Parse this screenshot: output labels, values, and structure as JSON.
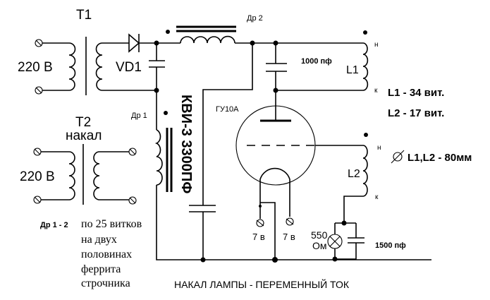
{
  "diagram": {
    "title": "Схема с лампой ГУ10А",
    "transformers": {
      "t1": {
        "name": "T1",
        "primary_voltage": "220 В"
      },
      "t2": {
        "name": "T2",
        "subtitle": "накал",
        "primary_voltage": "220 В"
      }
    },
    "diode": {
      "name": "VD1"
    },
    "chokes": {
      "dr1": {
        "name": "Др 1"
      },
      "dr2": {
        "name": "Др 2"
      }
    },
    "capacitors": {
      "c_main": {
        "label": "КВИ-3 3300ПФ"
      },
      "c_anode": {
        "label": "1000 пф"
      },
      "c_bypass": {
        "label": "1500 пф"
      }
    },
    "tube": {
      "name": "ГУ10А"
    },
    "coils": {
      "l1": {
        "name": "L1",
        "start": "н",
        "end": "к"
      },
      "l2": {
        "name": "L2",
        "start": "н",
        "end": "к"
      }
    },
    "resistor_lamp": {
      "value": "550",
      "unit": "Ом"
    },
    "heater_terminals": [
      "7 в",
      "7 в"
    ],
    "notes": {
      "l1_turns": "L1 - 34 вит.",
      "l2_turns": "L2 - 17 вит.",
      "diameter": "L1,L2 - 80мм",
      "chokes_label": "Др 1 - 2",
      "chokes_text": [
        "по 25 витков",
        "на двух",
        "половинах",
        "феррита",
        "строчника"
      ],
      "heater": "НАКАЛ ЛАМПЫ - ПЕРЕМЕННЫЙ ТОК"
    }
  }
}
